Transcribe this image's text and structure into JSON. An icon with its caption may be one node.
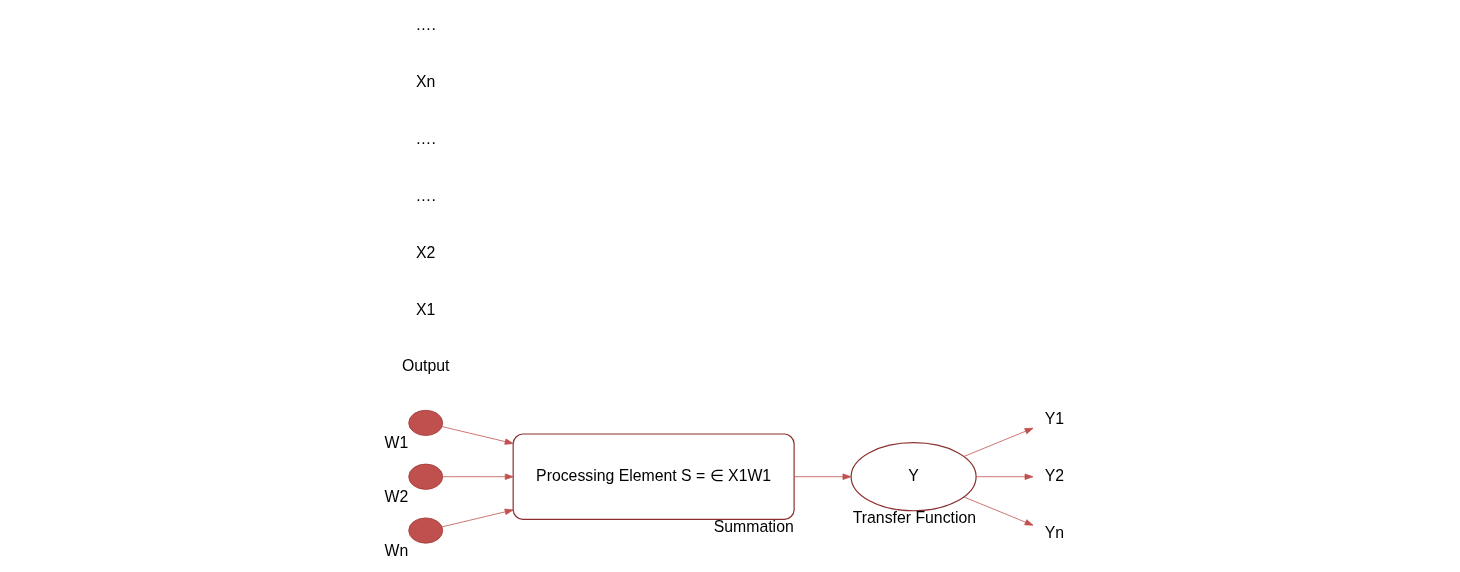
{
  "diagram": {
    "nodes": [
      {
        "text": [],
        "shape": "circle",
        "beside": [
          "W1"
        ]
      },
      {
        "text": [],
        "shape": "circle",
        "beside": [
          "W2"
        ]
      },
      {
        "text": [],
        "shape": "circle",
        "beside": [
          "Wn"
        ]
      },
      {
        "text": [
          "Processing Element S = ∈ X1W1"
        ],
        "beside": [
          "Summation"
        ]
      },
      {
        "text": [
          "Y"
        ],
        "beside": [
          "Transfer Function"
        ]
      },
      {
        "text": [
          "Y1"
        ]
      },
      {
        "text": [
          "Y2"
        ]
      },
      {
        "text": [
          "Yn"
        ]
      }
    ],
    "edges": [
      {
        "from": 0,
        "to": 3,
        "arrow": "to"
      },
      {
        "from": 1,
        "to": 3,
        "arrow": "to"
      },
      {
        "from": 2,
        "to": 3,
        "arrow": "to"
      },
      {
        "from": 3,
        "to": 4,
        "arrow": "to"
      },
      {
        "from": 4,
        "to": 5,
        "arrow": "to"
      },
      {
        "from": 4,
        "to": 6,
        "arrow": "to"
      },
      {
        "from": 4,
        "to": 7,
        "arrow": "to"
      }
    ],
    "labels": [
      "Output",
      "X1",
      "X2",
      "….",
      "….",
      "Xn",
      "…."
    ]
  }
}
